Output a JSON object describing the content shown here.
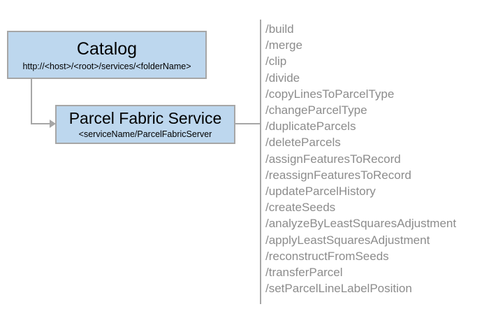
{
  "diagram": {
    "type": "service-architecture-diagram",
    "background_color": "#ffffff",
    "node_fill_color": "#bdd7ee",
    "node_border_color": "#a6a6a6",
    "connector_color": "#a6a6a6",
    "operation_text_color": "#8c8c8c"
  },
  "nodes": {
    "catalog": {
      "title": "Catalog",
      "subtitle": "http://<host>/<root>/services/<folderName>"
    },
    "service": {
      "title": "Parcel Fabric Service",
      "subtitle": "<serviceName/ParcelFabricServer"
    }
  },
  "operations": [
    "/build",
    "/merge",
    "/clip",
    "/divide",
    "/copyLinesToParcelType",
    "/changeParcelType",
    "/duplicateParcels",
    "/deleteParcels",
    "/assignFeaturesToRecord",
    "/reassignFeaturesToRecord",
    "/updateParcelHistory",
    "/createSeeds",
    "/analyzeByLeastSquaresAdjustment",
    "/applyLeastSquaresAdjustment",
    "/reconstructFromSeeds",
    "/transferParcel",
    "/setParcelLineLabelPosition"
  ]
}
